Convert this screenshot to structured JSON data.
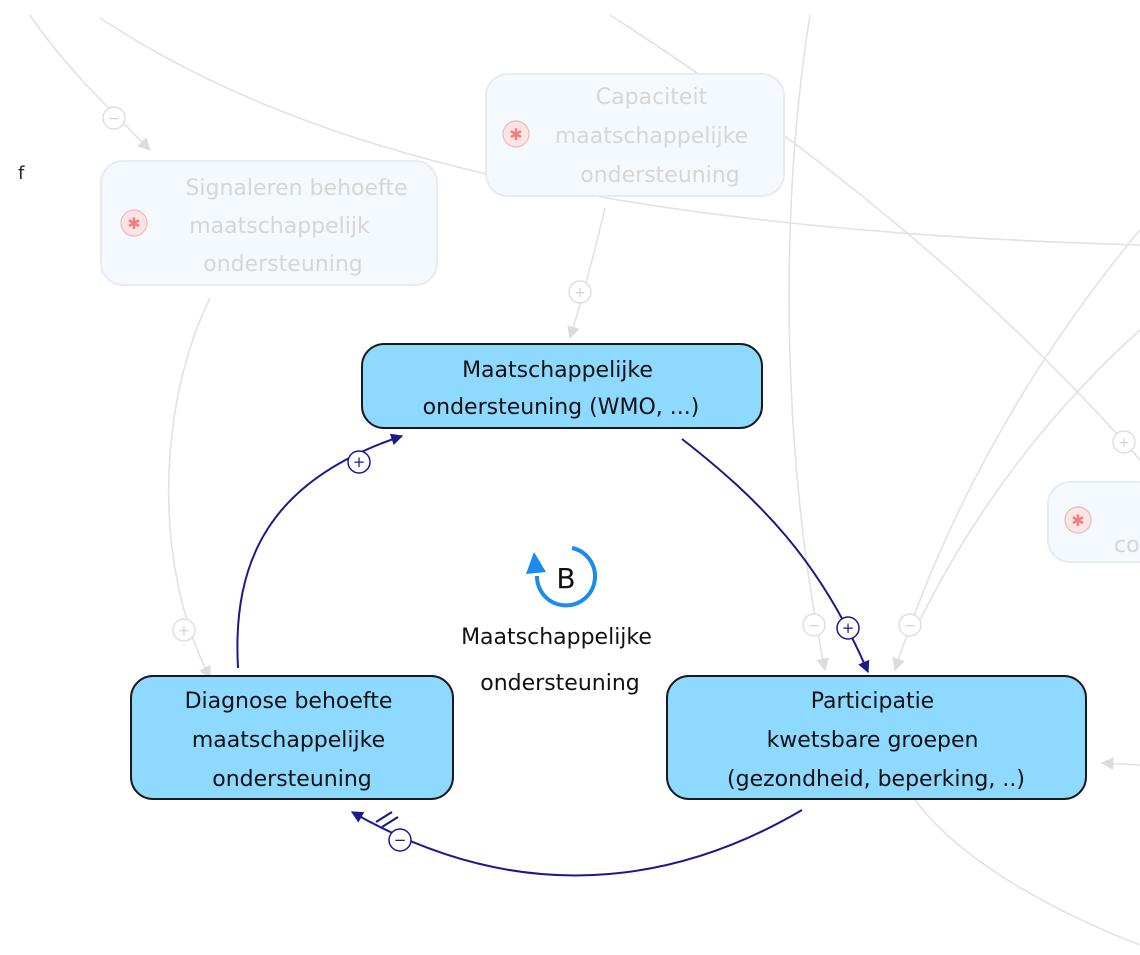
{
  "stray_text": "f",
  "faded_nodes": [
    {
      "id": "signaleren",
      "lines": [
        "Signaleren behoefte",
        "maatschappelijk",
        "ondersteuning"
      ],
      "icon": "alert-star-icon"
    },
    {
      "id": "capaciteit",
      "lines": [
        "Capaciteit",
        "maatschappelijke",
        "ondersteuning"
      ],
      "icon": "alert-star-icon"
    },
    {
      "id": "partial-right",
      "lines": [
        "co"
      ],
      "icon": "alert-star-icon"
    }
  ],
  "nodes": [
    {
      "id": "mo",
      "lines": [
        "Maatschappelijke",
        "ondersteuning (WMO, ...)"
      ]
    },
    {
      "id": "participatie",
      "lines": [
        "Participatie",
        "kwetsbare groepen",
        "(gezondheid, beperking, ..)"
      ]
    },
    {
      "id": "diagnose",
      "lines": [
        "Diagnose behoefte",
        "maatschappelijke",
        "ondersteuning"
      ]
    }
  ],
  "loop": {
    "letter": "B",
    "label_lines": [
      "Maatschappelijke",
      "ondersteuning"
    ]
  },
  "polarity": {
    "plus": "+",
    "minus": "−"
  },
  "colors": {
    "node_fill": "#8dd9ff",
    "node_border": "#1a1a1a",
    "link": "#1a1a8c",
    "loop_icon": "#1a8cf0",
    "faded": "#e0e0e0",
    "faded_fill": "#f4f9fd",
    "faded_text": "#d6d6d6",
    "alert": "#f08080"
  }
}
